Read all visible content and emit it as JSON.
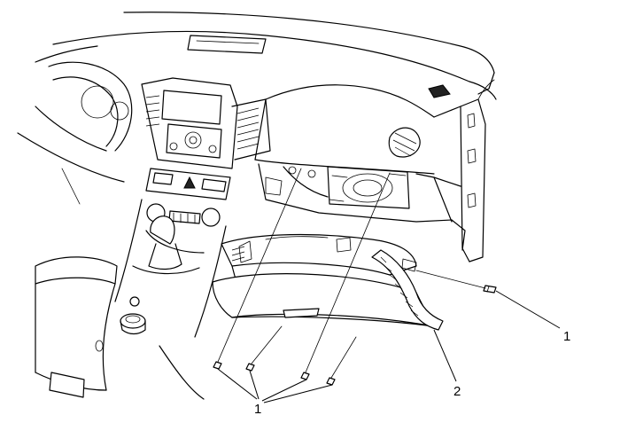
{
  "callouts": [
    {
      "id": "fastener",
      "label": "1"
    },
    {
      "id": "glove-box",
      "label": "2"
    },
    {
      "id": "screws",
      "label": "1"
    }
  ]
}
